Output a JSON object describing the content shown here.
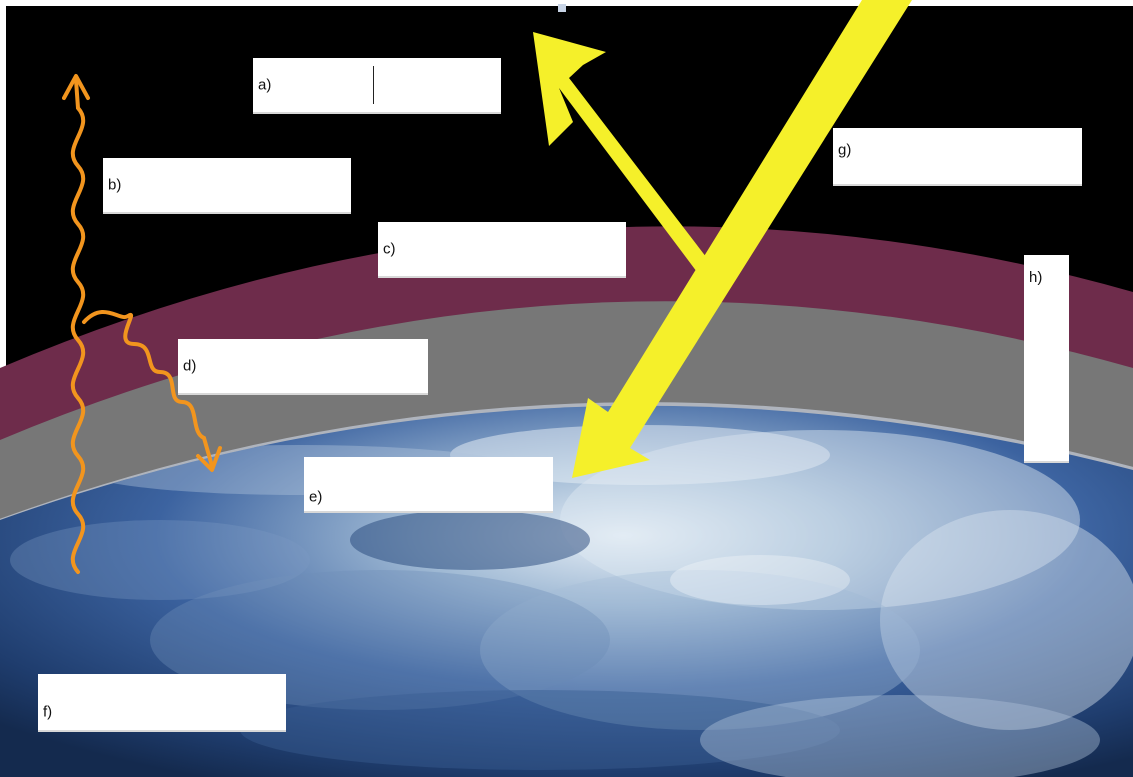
{
  "colors": {
    "space": "#000000",
    "stratosphere_band": "#6e2c4b",
    "troposphere_band": "#777777",
    "solar_arrow": "#f5f02a",
    "infrared_wave": "#f2951e",
    "ocean": "#2b4f86",
    "cloud": "#dfe9f2"
  },
  "icons": {
    "incoming_sunlight": "yellow-arrow-icon",
    "reflected_sunlight": "yellow-arrow-icon",
    "infrared_radiation": "orange-wavy-arrow-icon"
  },
  "labels": {
    "a": "a)",
    "b": "b)",
    "c": "c)",
    "d": "d)",
    "e": "e)",
    "f": "f)",
    "g": "g)",
    "h": "h)"
  }
}
